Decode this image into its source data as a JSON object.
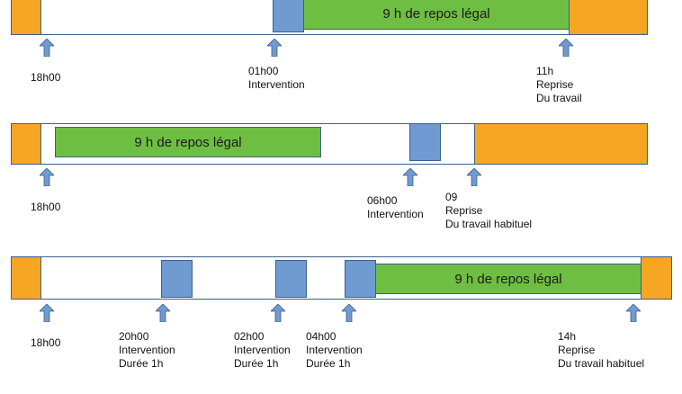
{
  "colors": {
    "work": "#f5a623",
    "intervention": "#6f9bd1",
    "rest": "#6fbe44",
    "border": "#3e5f8a",
    "arrow": "#6f9bd1"
  },
  "scenarios": [
    {
      "rest_label": "9 h de repos légal",
      "labels": [
        {
          "lines": [
            "18h00"
          ]
        },
        {
          "lines": [
            "01h00",
            "Intervention"
          ]
        },
        {
          "lines": [
            "11h",
            "Reprise",
            "Du travail"
          ]
        }
      ]
    },
    {
      "rest_label": "9 h de repos légal",
      "labels": [
        {
          "lines": [
            "18h00"
          ]
        },
        {
          "lines": [
            "06h00",
            "Intervention"
          ]
        },
        {
          "lines": [
            "09",
            "Reprise",
            "Du travail habituel"
          ]
        }
      ]
    },
    {
      "rest_label": "9 h de repos légal",
      "labels": [
        {
          "lines": [
            "18h00"
          ]
        },
        {
          "lines": [
            "20h00",
            "Intervention",
            "Durée 1h"
          ]
        },
        {
          "lines": [
            "02h00",
            "Intervention",
            "Durée 1h"
          ]
        },
        {
          "lines": [
            "04h00",
            "Intervention",
            "Durée 1h"
          ]
        },
        {
          "lines": [
            "14h",
            "Reprise",
            "Du travail habituel"
          ]
        }
      ]
    }
  ]
}
